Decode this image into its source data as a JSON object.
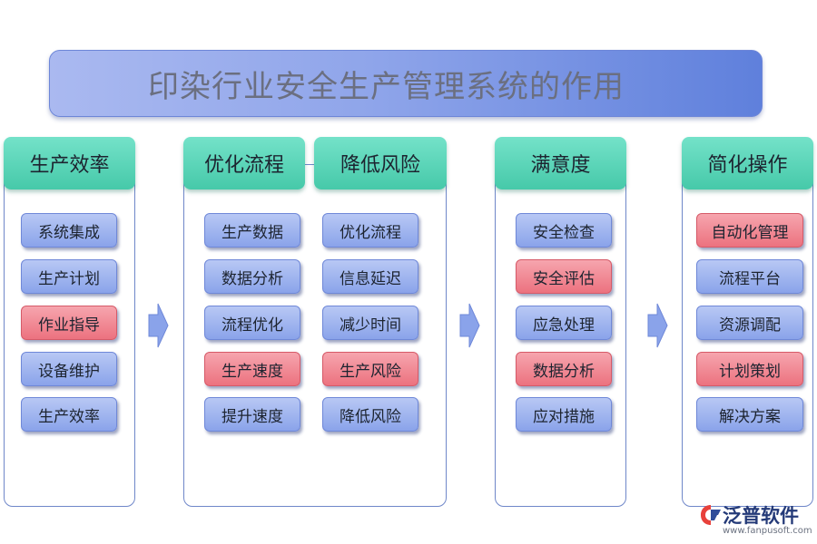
{
  "title": "印染行业安全生产管理系统的作用",
  "columns": [
    {
      "heading": "生产效率",
      "items": [
        {
          "label": "系统集成",
          "color": "blue"
        },
        {
          "label": "生产计划",
          "color": "blue"
        },
        {
          "label": "作业指导",
          "color": "red"
        },
        {
          "label": "设备维护",
          "color": "blue"
        },
        {
          "label": "生产效率",
          "color": "blue"
        }
      ]
    },
    {
      "heading": "优化流程",
      "items": [
        {
          "label": "生产数据",
          "color": "blue"
        },
        {
          "label": "数据分析",
          "color": "blue"
        },
        {
          "label": "流程优化",
          "color": "blue"
        },
        {
          "label": "生产速度",
          "color": "red"
        },
        {
          "label": "提升速度",
          "color": "blue"
        }
      ]
    },
    {
      "heading": "降低风险",
      "items": [
        {
          "label": "优化流程",
          "color": "blue"
        },
        {
          "label": "信息延迟",
          "color": "blue"
        },
        {
          "label": "减少时间",
          "color": "blue"
        },
        {
          "label": "生产风险",
          "color": "red"
        },
        {
          "label": "降低风险",
          "color": "blue"
        }
      ]
    },
    {
      "heading": "满意度",
      "items": [
        {
          "label": "安全检查",
          "color": "blue"
        },
        {
          "label": "安全评估",
          "color": "red"
        },
        {
          "label": "应急处理",
          "color": "blue"
        },
        {
          "label": "数据分析",
          "color": "red"
        },
        {
          "label": "应对措施",
          "color": "blue"
        }
      ]
    },
    {
      "heading": "简化操作",
      "items": [
        {
          "label": "自动化管理",
          "color": "red"
        },
        {
          "label": "流程平台",
          "color": "blue"
        },
        {
          "label": "资源调配",
          "color": "blue"
        },
        {
          "label": "计划策划",
          "color": "red"
        },
        {
          "label": "解决方案",
          "color": "blue"
        }
      ]
    }
  ],
  "logo": {
    "name": "泛普软件",
    "url": "www.fanpusoft.com"
  },
  "colors": {
    "heading": "#46c9a9",
    "item_blue": "#8aa3ea",
    "item_red": "#ec727f",
    "arrow": "#8aa3ea"
  }
}
